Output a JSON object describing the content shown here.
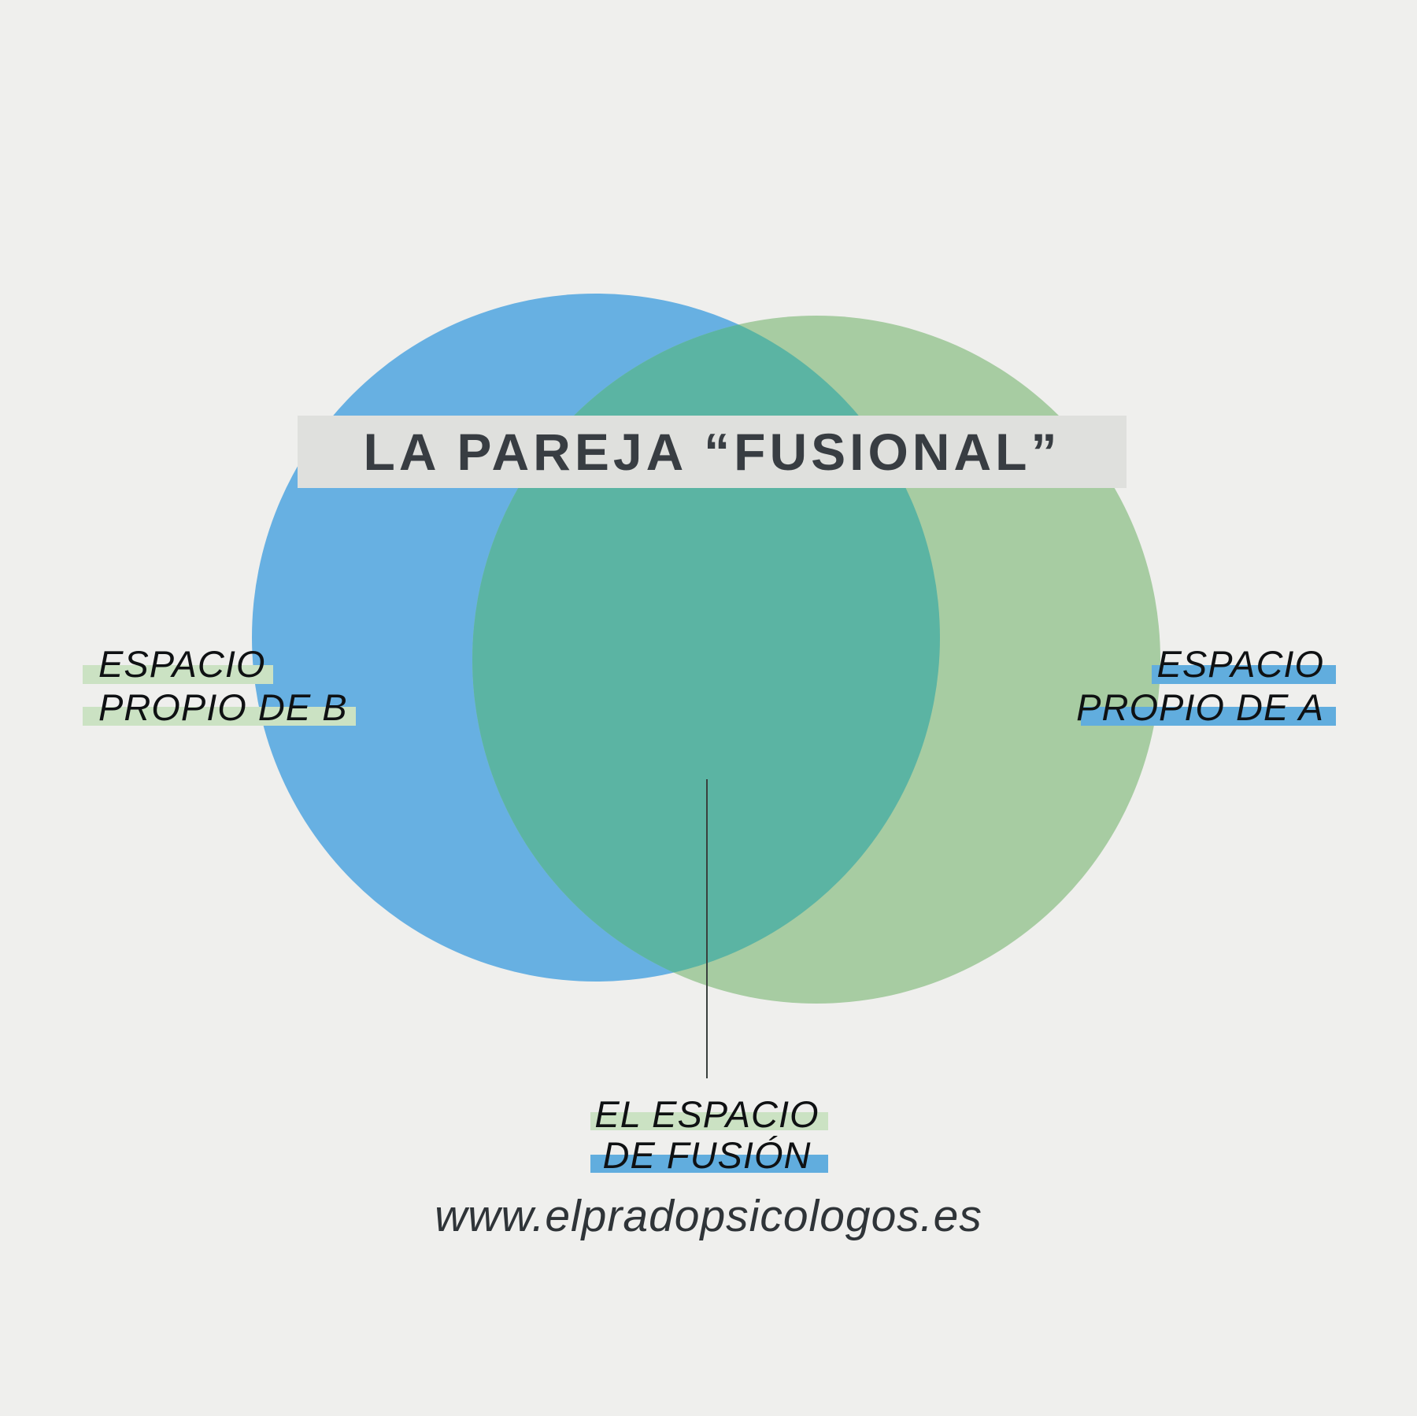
{
  "title": "LA PAREJA “FUSIONAL”",
  "labels": {
    "space_b": {
      "line1": "ESPACIO",
      "line2": "PROPIO DE B"
    },
    "space_a": {
      "line1": "ESPACIO",
      "line2": "PROPIO DE A"
    },
    "fusion": {
      "line1": "EL ESPACIO",
      "line2": "DE FUSIÓN"
    }
  },
  "footer": {
    "website": "www.elpradopsicologos.es"
  },
  "diagram": {
    "type": "venn-two-circles",
    "colors": {
      "background": "#efefed",
      "banner_bg": "#dfe0dd",
      "circle_b": "#67b0e2",
      "circle_a": "#a7cca2",
      "overlap": "#5bb4a3",
      "highlight_green": "#cbe2c3",
      "highlight_blue": "#61adde",
      "line": "#39403d"
    }
  }
}
